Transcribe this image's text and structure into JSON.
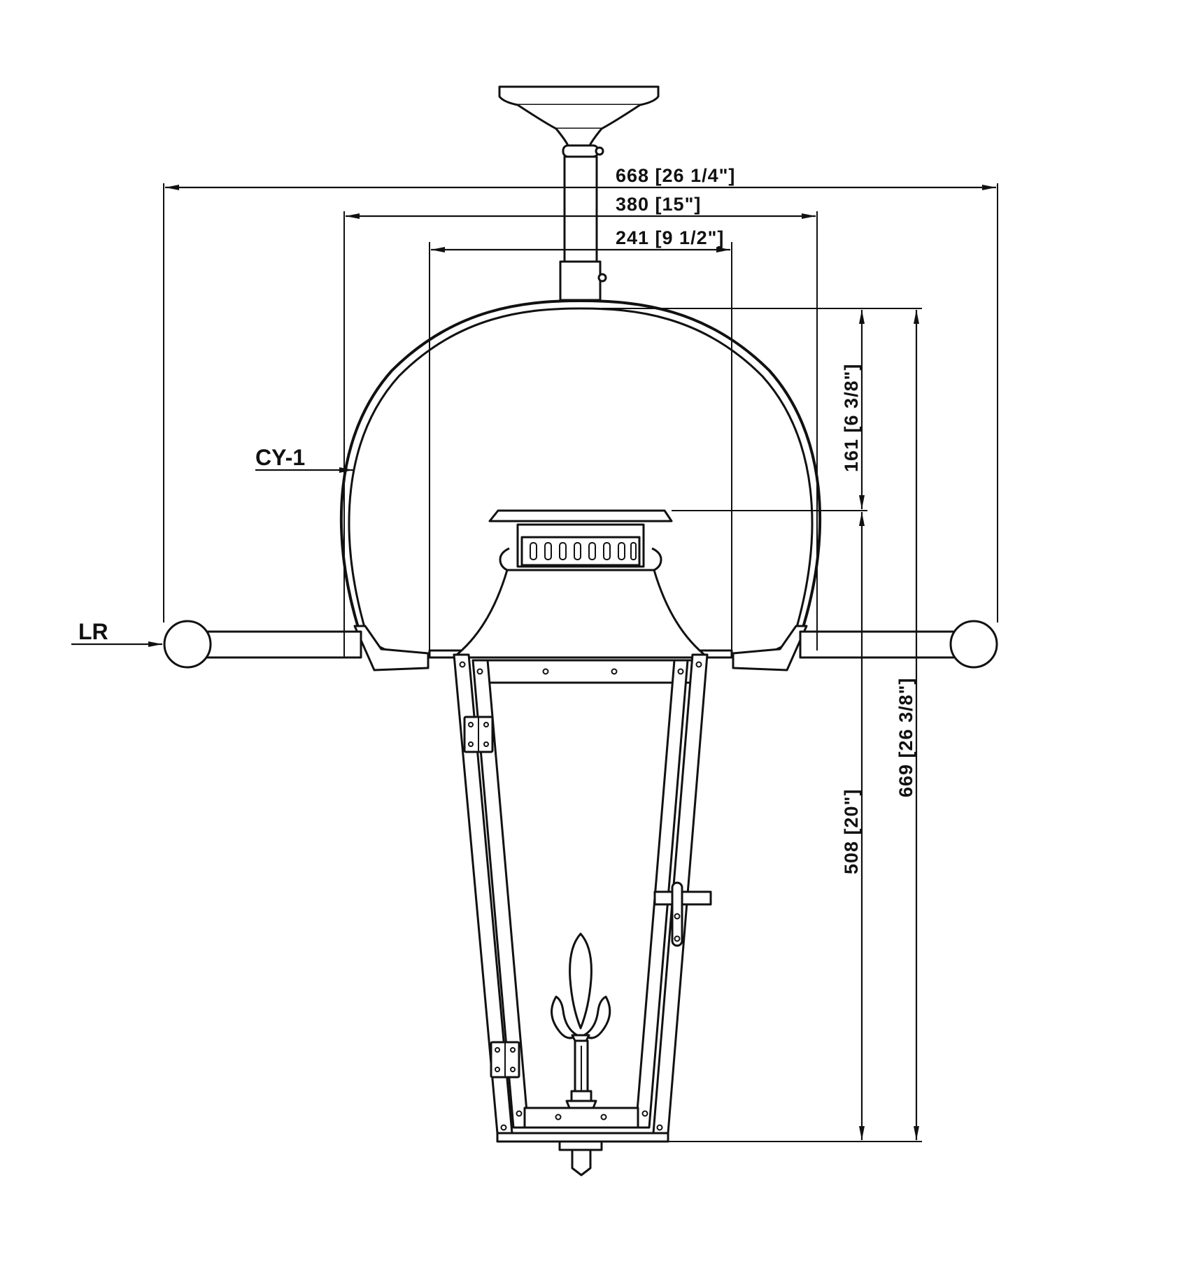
{
  "callouts": {
    "dome": "CY-1",
    "arms": "LR"
  },
  "dimensions": {
    "overall_width": "668 [26 1/4\"]",
    "cage_width": "380 [15\"]",
    "top_width": "241 [9 1/2\"]",
    "dome_height": "161 [6 3/8\"]",
    "lantern_height": "508 [20\"]",
    "overall_height": "669 [26 3/8\"]"
  },
  "colors": {
    "line": "#111111",
    "background": "#ffffff"
  }
}
